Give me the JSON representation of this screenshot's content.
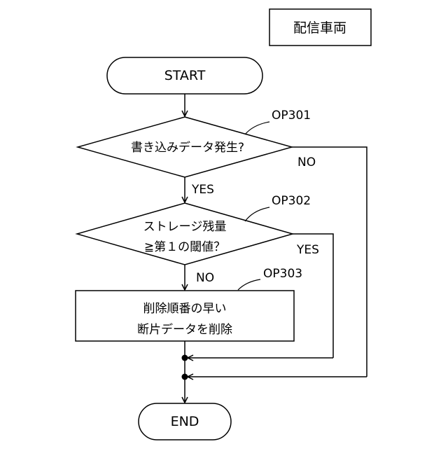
{
  "header": {
    "title": "配信車両"
  },
  "nodes": {
    "start": "START",
    "op301": {
      "ref": "OP301",
      "text": "書き込みデータ発生?"
    },
    "op302": {
      "ref": "OP302",
      "line1": "ストレージ残量",
      "line2": "≧第１の閾値？"
    },
    "op303": {
      "ref": "OP303",
      "line1": "削除順番の早い",
      "line2": "断片データを削除"
    },
    "end": "END"
  },
  "edges": {
    "op301_yes": "YES",
    "op301_no": "NO",
    "op302_yes": "YES",
    "op302_no": "NO"
  }
}
